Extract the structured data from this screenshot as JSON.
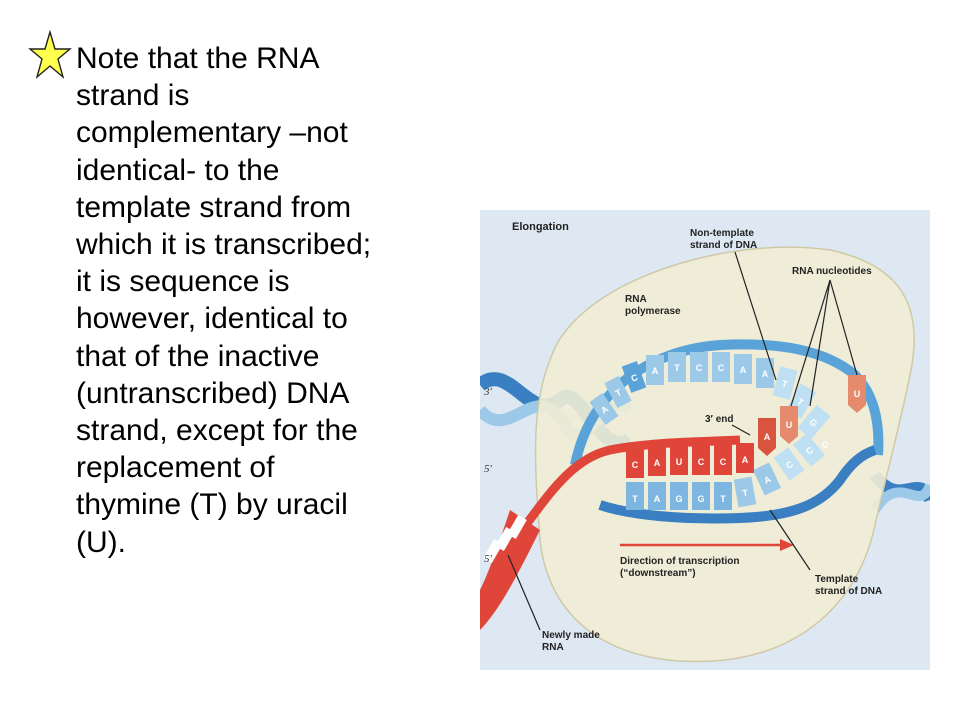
{
  "slide": {
    "bullet_icon": "star-icon",
    "bullet_color": "#ffff4d",
    "text_lines": [
      "Note that the RNA",
      "strand is",
      "complementary –not",
      "identical- to the",
      "template strand from",
      "which it is transcribed;",
      "it is sequence is",
      "however, identical to",
      "that of the inactive",
      "(untranscribed) DNA",
      "strand, except for the",
      "replacement of",
      "thymine (T) by uracil",
      "(U)."
    ]
  },
  "figure": {
    "title": "Elongation",
    "labels": {
      "non_template": [
        "Non-template",
        "strand of DNA"
      ],
      "rna_nucleotides": "RNA nucleotides",
      "rna_polymerase": [
        "RNA",
        "polymerase"
      ],
      "three_prime_end": "3′ end",
      "direction": [
        "Direction of transcription",
        "(“downstream”)"
      ],
      "template": [
        "Template",
        "strand of DNA"
      ],
      "newly_made": [
        "Newly made",
        "RNA"
      ],
      "left_3prime": "3′",
      "left_5prime_top": "5′",
      "left_5prime_bottom": "5′"
    },
    "top_bases": [
      "A",
      "T",
      "C",
      "C",
      "A",
      "A",
      "T",
      "T",
      "G",
      "G"
    ],
    "upper_left_bases": [
      "A",
      "T",
      "C"
    ],
    "rna_bases": [
      "C",
      "A",
      "U",
      "C",
      "C",
      "A"
    ],
    "template_bases": [
      "T",
      "A",
      "G",
      "G",
      "T",
      "T",
      "A",
      "C",
      "C"
    ],
    "incoming_bases": [
      "A",
      "U",
      "U"
    ],
    "colors": {
      "background": "#dde8f2",
      "bubble": "#f1edd5",
      "dna_light": "#9cc9e8",
      "dna_dark": "#3a7fc2",
      "rna": "#e0453a",
      "rna_dark": "#b5302a",
      "nucleotide": "#e58a6c"
    }
  }
}
